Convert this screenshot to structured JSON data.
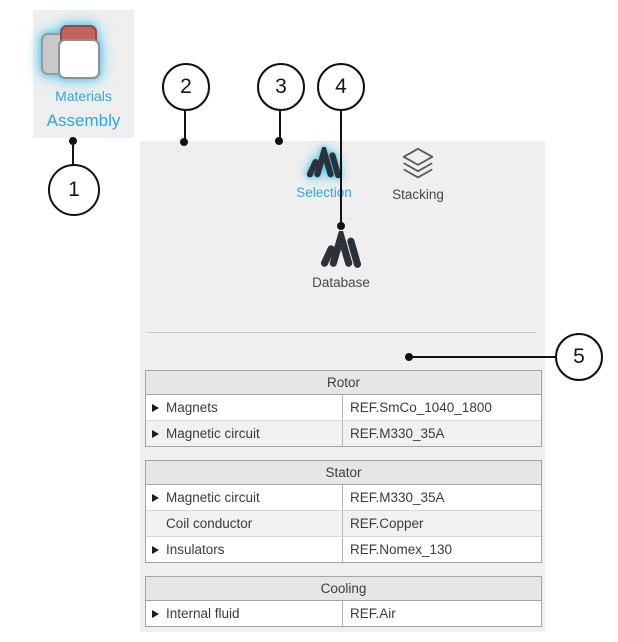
{
  "launcher": {
    "title_line1": "Materials",
    "title_line2": "Assembly"
  },
  "toolbar": {
    "selection_label": "Selection",
    "stacking_label": "Stacking",
    "database_label": "Database"
  },
  "callouts": [
    "1",
    "2",
    "3",
    "4",
    "5"
  ],
  "tables": [
    {
      "title": "Rotor",
      "rows": [
        {
          "label": "Magnets",
          "value": "REF.SmCo_1040_1800",
          "expandable": true
        },
        {
          "label": "Magnetic circuit",
          "value": "REF.M330_35A",
          "expandable": true
        }
      ]
    },
    {
      "title": "Stator",
      "rows": [
        {
          "label": "Magnetic circuit",
          "value": "REF.M330_35A",
          "expandable": true
        },
        {
          "label": "Coil conductor",
          "value": "REF.Copper",
          "expandable": false
        },
        {
          "label": "Insulators",
          "value": "REF.Nomex_130",
          "expandable": true
        }
      ]
    },
    {
      "title": "Cooling",
      "rows": [
        {
          "label": "Internal fluid",
          "value": "REF.Air",
          "expandable": true
        }
      ]
    }
  ],
  "icons": {
    "launcher": "materials-stack-icon",
    "selection": "materials-m-icon",
    "stacking": "layers-icon",
    "database": "materials-m-icon",
    "row_expand": "expand-arrow-icon"
  },
  "colors": {
    "accent_cyan": "#29a9dd",
    "glow_cyan": "#3fc0ef",
    "panel_bg": "#efefef",
    "table_header_bg": "#e6e6e6",
    "alt_row_bg": "#f1f1f1",
    "red_square": "#c4625c"
  }
}
